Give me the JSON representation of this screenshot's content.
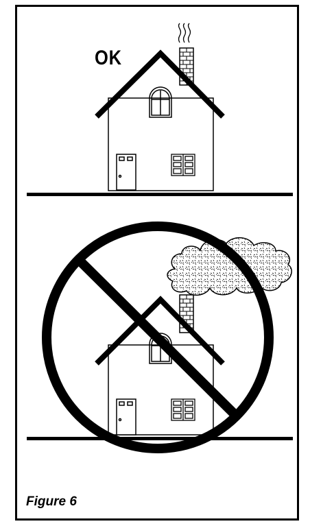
{
  "ok_label": "OK",
  "caption": "Figure 6",
  "colors": {
    "ink": "#000000",
    "paper": "#ffffff"
  },
  "scenes": [
    {
      "name": "acceptable-house",
      "chimney_output": "smoke-wisps"
    },
    {
      "name": "prohibited-house",
      "chimney_output": "smoke-cloud",
      "overlay": "prohibition-sign"
    }
  ]
}
